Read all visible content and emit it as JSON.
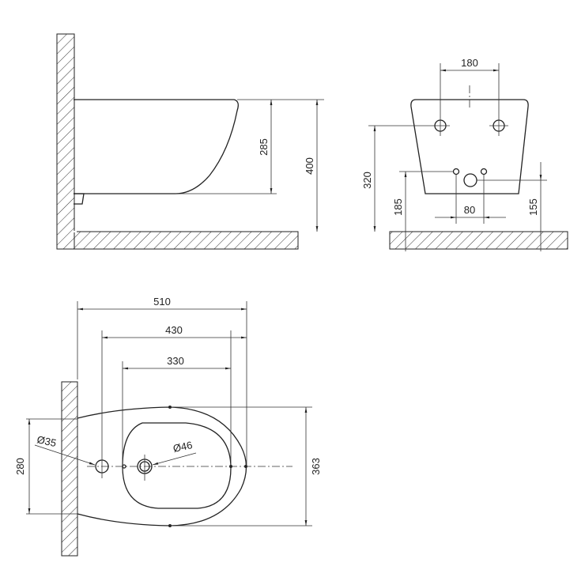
{
  "side_view": {
    "dim_height_bowl": "285",
    "dim_height_total": "400"
  },
  "front_view": {
    "dim_hole_spacing": "180",
    "dim_height_fixing": "320",
    "dim_height_small": "185",
    "dim_small_spacing": "80",
    "dim_height_waste": "155"
  },
  "top_view": {
    "dim_length": "510",
    "dim_waste_distance": "430",
    "dim_basin_length": "330",
    "dim_width": "363",
    "dim_fixing_width": "280",
    "dia_fixing": "Ø35",
    "dia_tap": "Ø46"
  }
}
